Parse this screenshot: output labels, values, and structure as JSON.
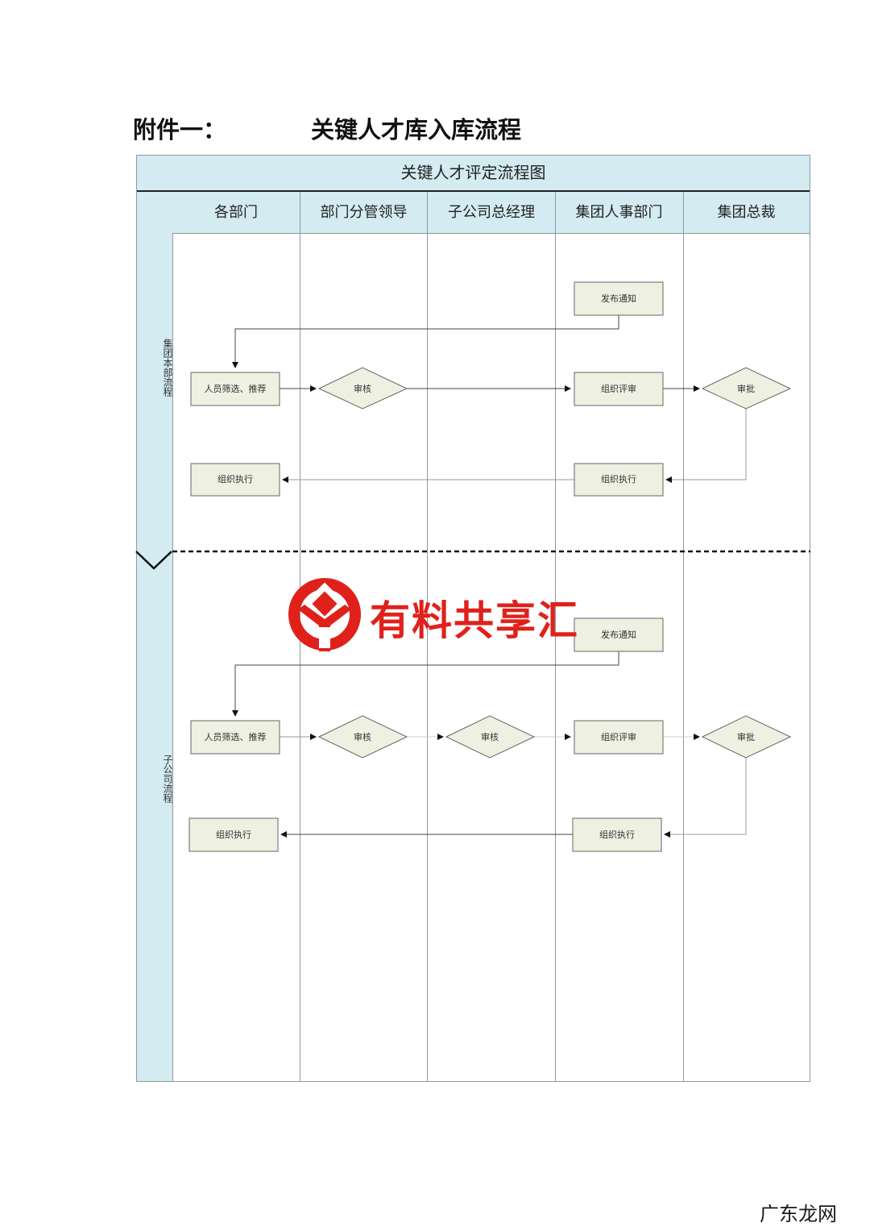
{
  "heading": {
    "label": "附件一：",
    "title": "关键人才库入库流程"
  },
  "chart": {
    "title": "关键人才评定流程图",
    "lanes": [
      "各部门",
      "部门分管领导",
      "子公司总经理",
      "集团人事部门",
      "集团总裁"
    ],
    "sections": [
      {
        "label": "集团本部流程"
      },
      {
        "label": "子公司流程"
      }
    ],
    "nodes": {
      "s1_notice": "发布通知",
      "s1_screen": "人员筛选、推荐",
      "s1_review": "审核",
      "s1_organize_review": "组织评审",
      "s1_approve": "审批",
      "s1_execute_hr": "组织执行",
      "s1_execute_dept": "组织执行",
      "s2_notice": "发布通知",
      "s2_screen": "人员筛选、推荐",
      "s2_review_leader": "审核",
      "s2_review_gm": "审核",
      "s2_organize_review": "组织评审",
      "s2_approve": "审批",
      "s2_execute_hr": "组织执行",
      "s2_execute_dept": "组织执行"
    }
  },
  "watermark": {
    "text": "有料共享汇"
  },
  "corner_mark": "广东龙网",
  "colors": {
    "header_fill": "#d3ebf1",
    "node_fill": "#eef0e2",
    "brand_red": "#e0211b"
  }
}
